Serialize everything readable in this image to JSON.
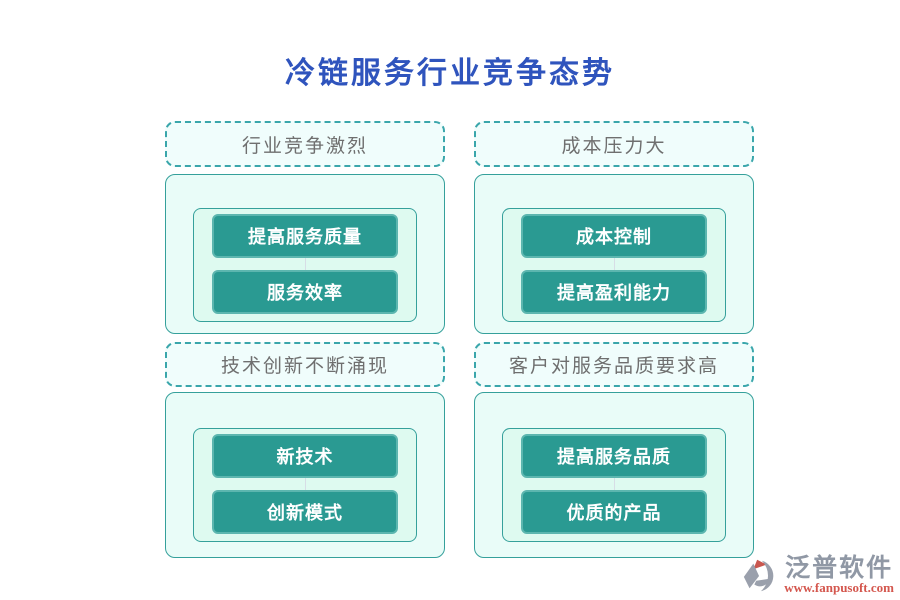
{
  "title": "冷链服务行业竞争态势",
  "colors": {
    "title_blue": "#2f54bd",
    "teal_accent": "#2a9a92",
    "dashed_border": "#3aa6ab",
    "panel_bg": "#e9fcf8",
    "inner_bg": "#defaf0",
    "header_text": "#6f6f6f",
    "watermark_gray": "#9098a5",
    "watermark_red": "#d4574e"
  },
  "quadrants": [
    {
      "header": "行业竞争激烈",
      "items": [
        "提高服务质量",
        "服务效率"
      ]
    },
    {
      "header": "成本压力大",
      "items": [
        "成本控制",
        "提高盈利能力"
      ]
    },
    {
      "header": "技术创新不断涌现",
      "items": [
        "新技术",
        "创新模式"
      ]
    },
    {
      "header": "客户对服务品质要求高",
      "items": [
        "提高服务品质",
        "优质的产品"
      ]
    }
  ],
  "footer": {
    "brand": "泛普软件",
    "url": "www.fanpusoft.com",
    "logo_icon": "fanpu-logo-icon"
  }
}
